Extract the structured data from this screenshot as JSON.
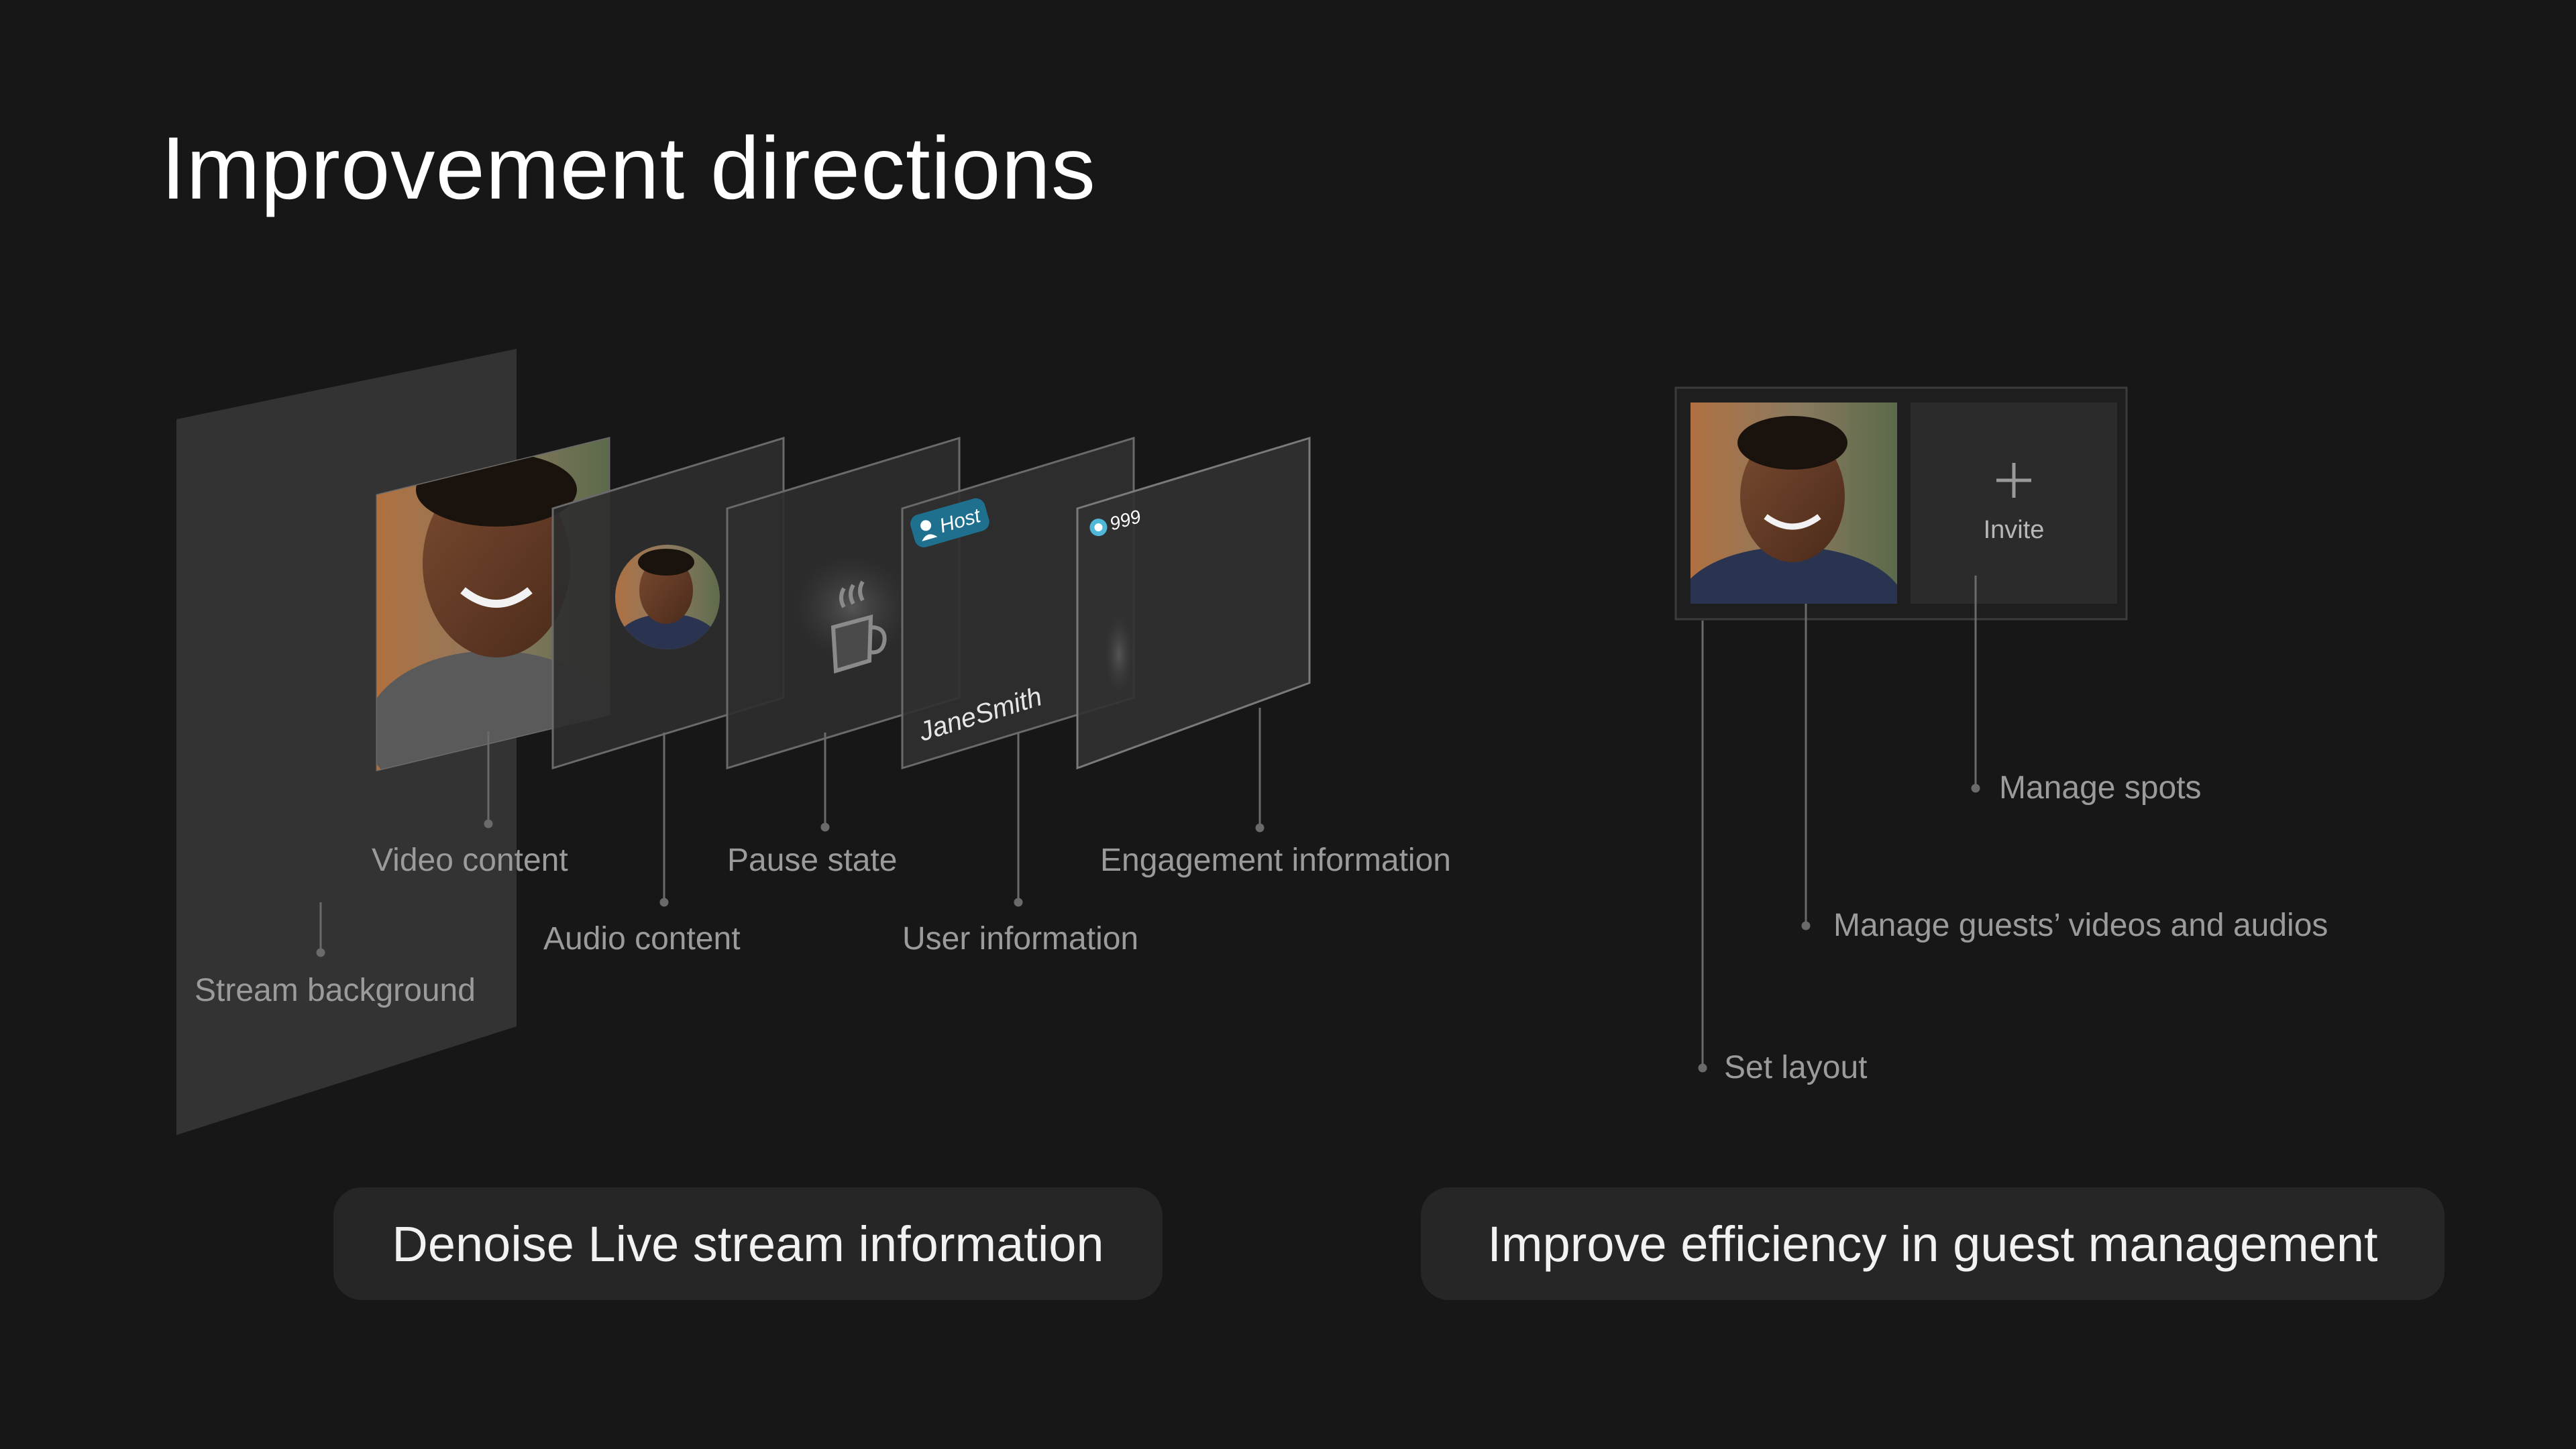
{
  "page": {
    "title": "Improvement directions"
  },
  "left_section": {
    "caption": "Denoise Live stream information",
    "labels": {
      "stream_background": "Stream background",
      "video_content": "Video content",
      "audio_content": "Audio content",
      "pause_state": "Pause state",
      "user_information": "User information",
      "engagement_information": "Engagement information"
    },
    "layers": {
      "host_badge": "Host",
      "user_name": "JaneSmith",
      "viewer_count": "999"
    },
    "icons": [
      "person-photo",
      "coffee-cup-icon",
      "user-icon",
      "eye-icon"
    ]
  },
  "right_section": {
    "caption": "Improve efficiency in guest management",
    "invite_label": "Invite",
    "labels": {
      "manage_spots": "Manage spots",
      "manage_guests": "Manage guests’ videos and audios",
      "set_layout": "Set layout"
    },
    "icons": [
      "plus-icon",
      "person-photo"
    ]
  },
  "colors": {
    "background": "#171717",
    "panel": "#333333",
    "pill": "#262626",
    "badge": "#1f6f8f",
    "label": "#9b9b9b"
  }
}
